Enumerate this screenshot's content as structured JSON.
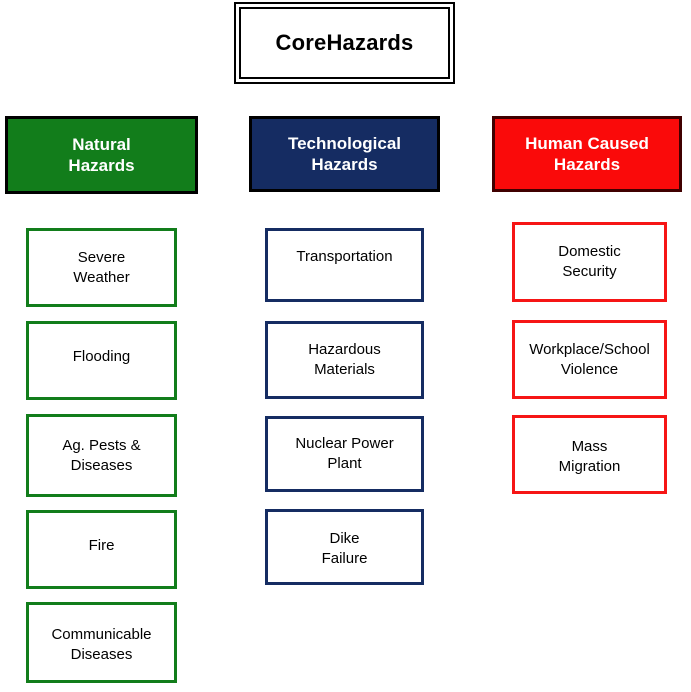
{
  "diagram": {
    "title": "Core Hazards",
    "root": {
      "label": "Core Hazards",
      "line1": "Core",
      "line2": "Hazards"
    },
    "categories": [
      {
        "id": "natural",
        "label": "Natural Hazards",
        "line1": "Natural",
        "line2": "Hazards",
        "color": "#127D1B",
        "text_color": "#FFFFFF",
        "border_color": "#000000",
        "items": [
          {
            "id": "severe-weather",
            "label": "Severe Weather",
            "line1": "Severe",
            "line2": "Weather"
          },
          {
            "id": "flooding",
            "label": "Flooding",
            "line1": "Flooding",
            "line2": ""
          },
          {
            "id": "ag-pests-diseases",
            "label": "Ag. Pests & Diseases",
            "line1": "Ag. Pests &",
            "line2": "Diseases"
          },
          {
            "id": "fire",
            "label": "Fire",
            "line1": "Fire",
            "line2": ""
          },
          {
            "id": "communicable-diseases",
            "label": "Communicable Diseases",
            "line1": "Communicable",
            "line2": "Diseases"
          }
        ]
      },
      {
        "id": "technological",
        "label": "Technological Hazards",
        "line1": "Technological",
        "line2": "Hazards",
        "color": "#152C62",
        "text_color": "#FFFFFF",
        "border_color": "#000000",
        "items": [
          {
            "id": "transportation",
            "label": "Transportation",
            "line1": "Transportation",
            "line2": ""
          },
          {
            "id": "hazardous-materials",
            "label": "Hazardous Materials",
            "line1": "Hazardous",
            "line2": "Materials"
          },
          {
            "id": "nuclear-power-plant",
            "label": "Nuclear Power Plant",
            "line1": "Nuclear Power",
            "line2": "Plant"
          },
          {
            "id": "dike-failure",
            "label": "Dike Failure",
            "line1": "Dike",
            "line2": "Failure"
          }
        ]
      },
      {
        "id": "human-caused",
        "label": "Human Caused Hazards",
        "line1": "Human Caused",
        "line2": "Hazards",
        "color": "#FA0A0A",
        "text_color": "#FFFFFF",
        "border_color": "#400000",
        "items": [
          {
            "id": "domestic-security",
            "label": "Domestic Security",
            "line1": "Domestic",
            "line2": "Security"
          },
          {
            "id": "workplace-violence",
            "label": "Workplace/School Violence",
            "line1": "Workplace/School",
            "line2": "Violence"
          },
          {
            "id": "mass-migration",
            "label": "Mass Migration",
            "line1": "Mass",
            "line2": "Migration"
          }
        ]
      }
    ]
  }
}
